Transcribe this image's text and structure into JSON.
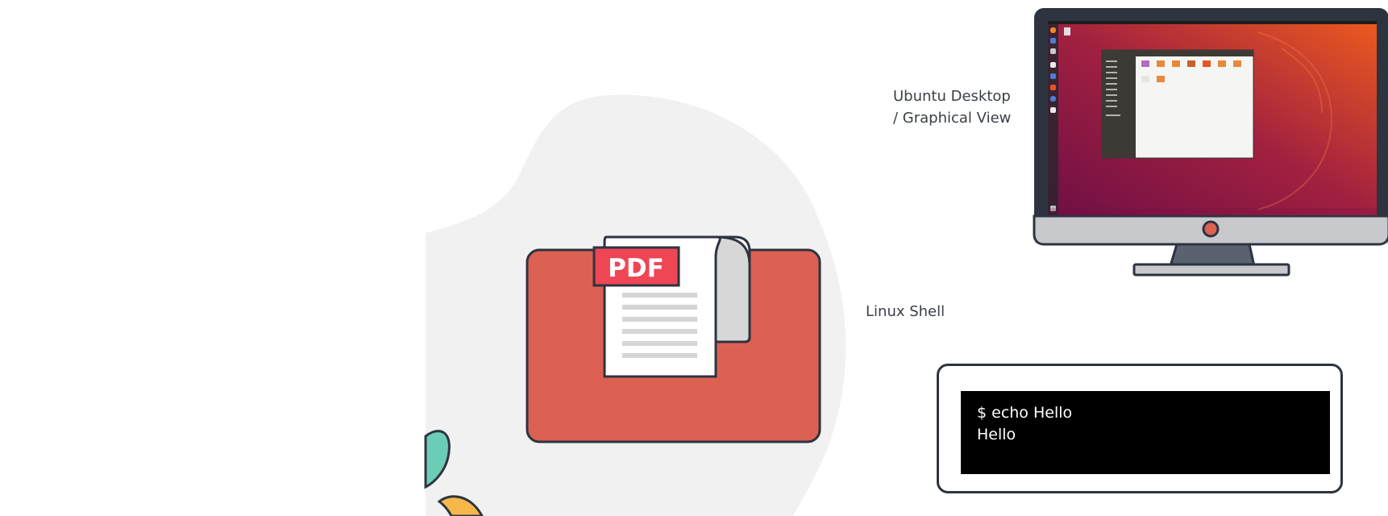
{
  "pdf_badge": {
    "text": "PDF"
  },
  "labels": {
    "ubuntu_line1": "Ubuntu Desktop",
    "ubuntu_line2": "/ Graphical View",
    "shell": "Linux Shell"
  },
  "terminal": {
    "command": "$ echo Hello",
    "output": "Hello"
  },
  "colors": {
    "folder": "#dd6153",
    "pdf_badge": "#ef4656",
    "outline": "#2d3440",
    "blob": "#f1f1f1",
    "ubuntu_wallpaper_start": "#7a1148",
    "ubuntu_wallpaper_end": "#e9541c",
    "terminal_bg": "#000000"
  },
  "icons": [
    "pdf-document-icon",
    "folder-icon",
    "desktop-monitor-icon"
  ]
}
